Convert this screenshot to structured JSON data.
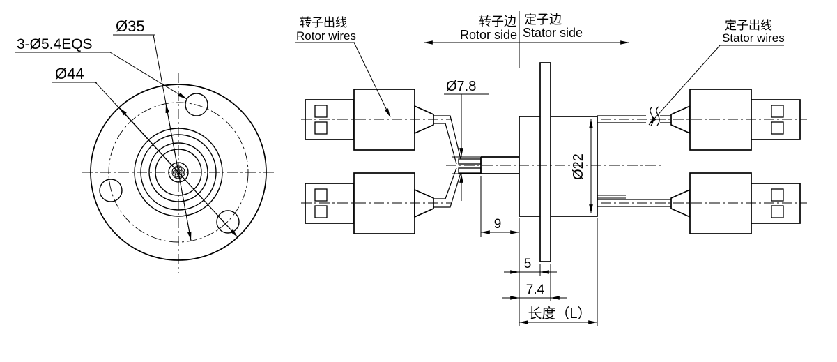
{
  "drawing": {
    "front_view": {
      "bolt_circle_dia": "Ø35",
      "holes_spec": "3-Ø5.4EQS",
      "flange_dia": "Ø44"
    },
    "side_view": {
      "header": {
        "rotor_side_cn": "转子边",
        "rotor_side_en": "Rotor side",
        "stator_side_cn": "定子边",
        "stator_side_en": "Stator side"
      },
      "labels": {
        "rotor_wires_cn": "转子出线",
        "rotor_wires_en": "Rotor wires",
        "stator_wires_cn": "定子出线",
        "stator_wires_en": "Stator wires"
      },
      "dims": {
        "shaft_dia": "Ø7.8",
        "body_dia": "Ø22",
        "shaft_len": "9",
        "flange_offset": "5",
        "flange_face": "7.4",
        "total_length": "长度（L）"
      }
    }
  }
}
